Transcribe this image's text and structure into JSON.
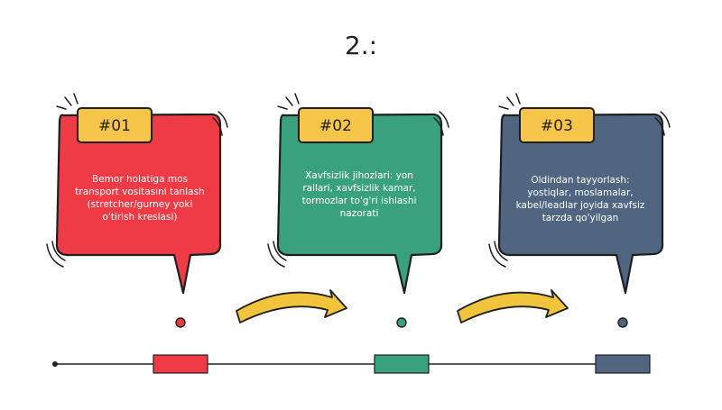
{
  "title": "2.:",
  "steps": [
    {
      "label": "#01",
      "text": "Bemor holatiga mos transport vositasini tanlash (stretcher/gurney yoki o'tirish kreslasi)",
      "color": "#ef3b45"
    },
    {
      "label": "#02",
      "text": "Xavfsizlik jihozlari: yon rallari, xavfsizlik kamar, tormozlar to'g'ri ishlashi nazorati",
      "color": "#3aa17e"
    },
    {
      "label": "#03",
      "text": "Oldindan tayyorlash: yostiqlar, moslamalar, kabel/leadlar joyida xavfsiz tarzda qo'yilgan",
      "color": "#4f6580"
    }
  ],
  "colors": {
    "tab": "#f6c54a",
    "arrow": "#f1c43c",
    "outline": "#1f1f1f",
    "timeline": "#222222"
  }
}
